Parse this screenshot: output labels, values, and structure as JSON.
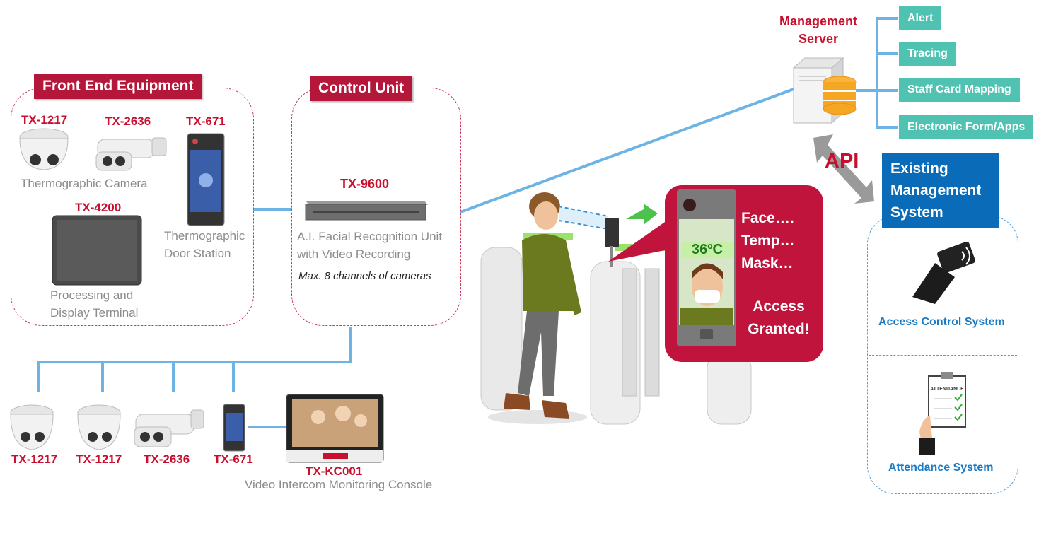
{
  "front_end": {
    "title": "Front End Equipment",
    "cam1_model": "TX-1217",
    "cam2_model": "TX-2636",
    "door_model": "TX-671",
    "thermo_caption": "Thermographic Camera",
    "door_caption": "Thermographic\nDoor Station",
    "terminal_model": "TX-4200",
    "terminal_caption": "Processing and\nDisplay Terminal"
  },
  "control_unit": {
    "title": "Control Unit",
    "model": "TX-9600",
    "caption": "A.I. Facial Recognition Unit\nwith Video Recording",
    "note": "Max. 8 channels of cameras"
  },
  "bottom_devices": {
    "d1": "TX-1217",
    "d2": "TX-1217",
    "d3": "TX-2636",
    "d4": "TX-671",
    "console_model": "TX-KC001",
    "console_caption": "Video Intercom Monitoring Console"
  },
  "display": {
    "temp": "36ºC",
    "line1": "Face….",
    "line2": "Temp…",
    "line3": "Mask…",
    "access": "Access\nGranted!"
  },
  "server": {
    "title": "Management\nServer",
    "outputs": [
      "Alert",
      "Tracing",
      "Staff Card Mapping",
      "Electronic Form/Apps"
    ]
  },
  "api": "API",
  "existing": {
    "title": "Existing\nManagement\nSystem",
    "access_control": "Access Control System",
    "attendance": "Attendance System",
    "sheet_label": "ATTENDANCE"
  },
  "colors": {
    "brand_red": "#b5173a",
    "line_blue": "#6db3e3",
    "teal": "#4fc2b1",
    "system_blue": "#1a7ac4"
  }
}
